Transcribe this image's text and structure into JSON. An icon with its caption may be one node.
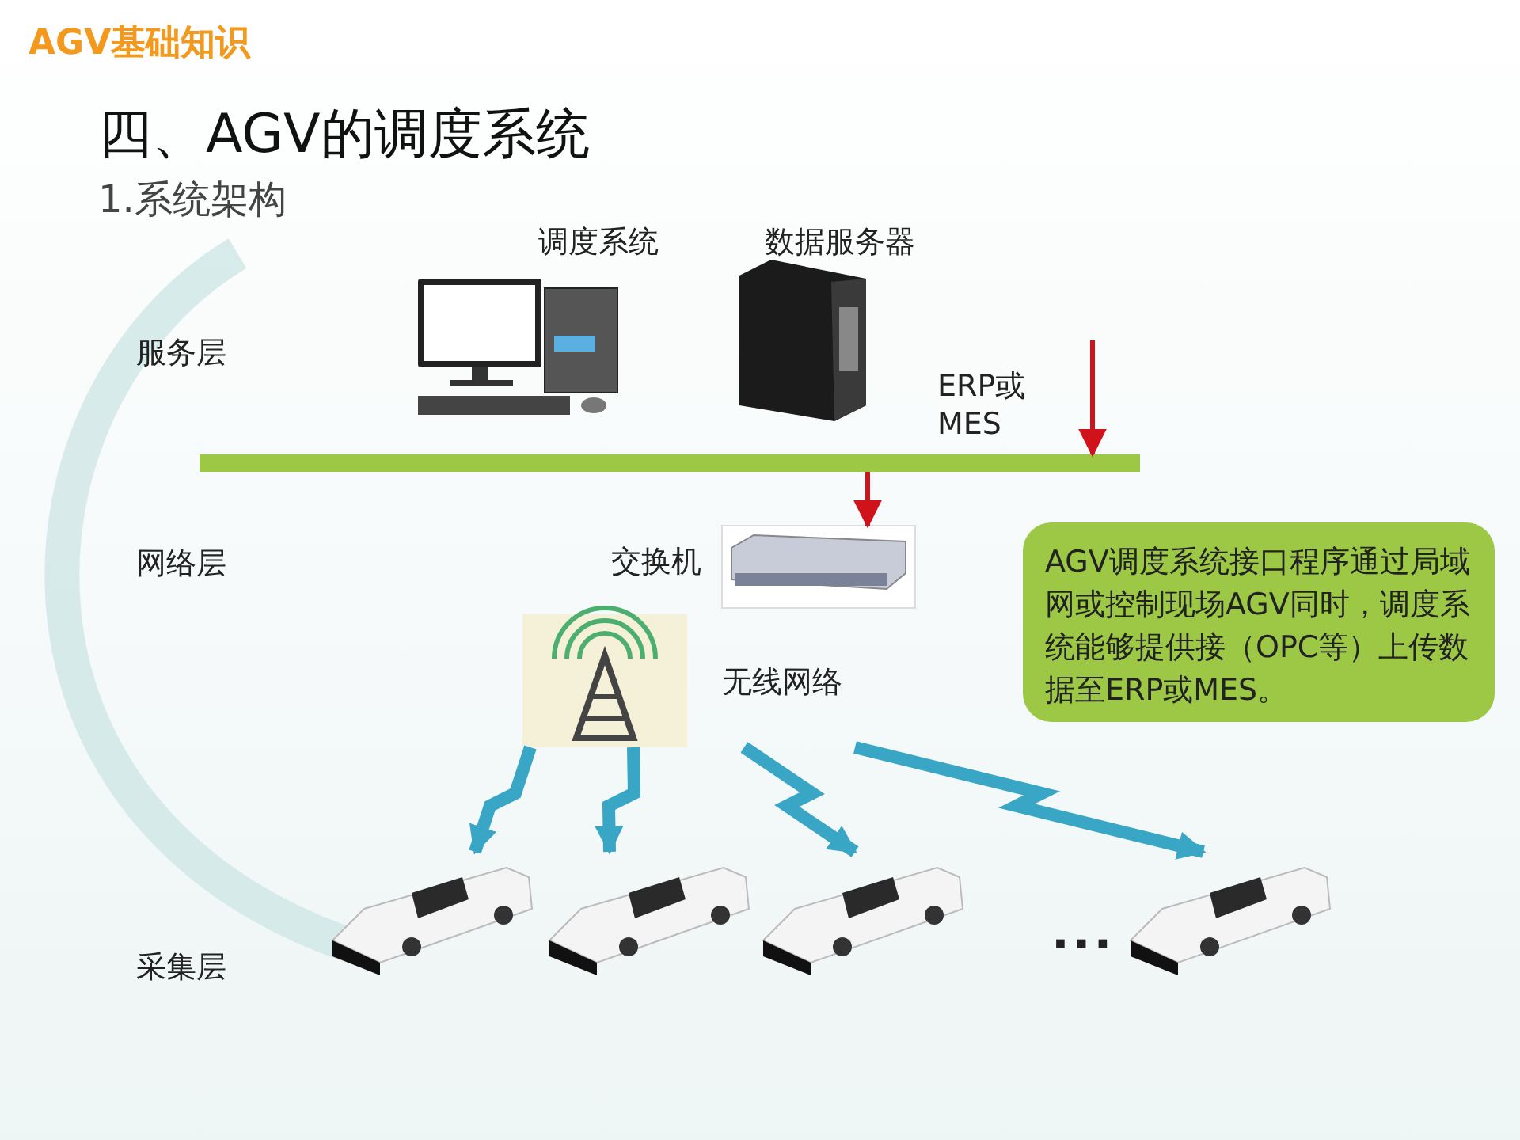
{
  "diagram": {
    "title": "四、AGV的调度系统",
    "nodes": [
      {
        "text": [
          "调度系统"
        ]
      },
      {
        "text": [
          "数据服务器"
        ]
      },
      {
        "text": [],
        "shape": "bar"
      },
      {
        "text": [
          "交换机"
        ]
      },
      {
        "text": [
          "无线网络"
        ]
      },
      {
        "text": [],
        "shape": "picture"
      },
      {
        "text": [],
        "shape": "picture"
      },
      {
        "text": [],
        "shape": "picture"
      },
      {
        "text": [],
        "shape": "picture"
      },
      {
        "text": [
          "AGV调度系统接口程序通过局域网或控制现场AGV同时，调度系统能够提供接（OPC等）上传数据至ERP或MES。"
        ]
      }
    ],
    "edges": [
      {
        "from": null,
        "to": 2,
        "arrow": "to",
        "color": "#d0121b"
      },
      {
        "from": 2,
        "to": 3,
        "arrow": "to",
        "color": "#d0121b"
      },
      {
        "from": 4,
        "to": 5,
        "arrow": "to"
      },
      {
        "from": 4,
        "to": 6,
        "arrow": "to"
      },
      {
        "from": 4,
        "to": 7,
        "arrow": "to"
      },
      {
        "from": 4,
        "to": 8,
        "arrow": "to"
      }
    ],
    "labels": [
      "AGV基础知识",
      "1.系统架构",
      "服务层",
      "ERP或 MES",
      "网络层",
      "...",
      "采集层"
    ]
  }
}
